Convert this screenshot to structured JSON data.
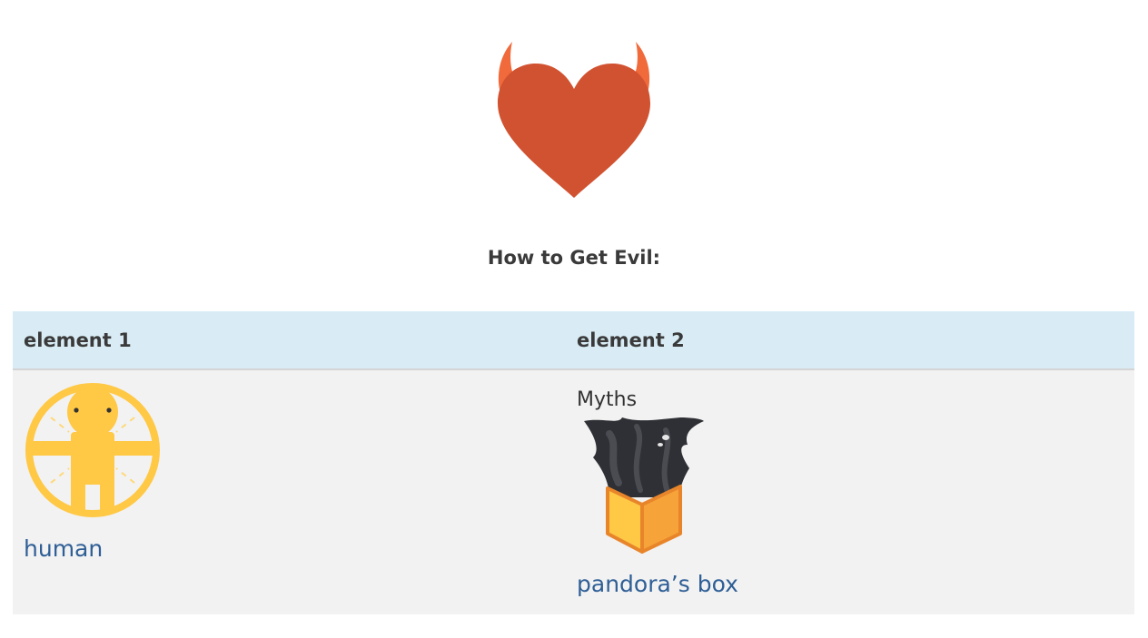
{
  "page": {
    "title": "How to Get Evil:",
    "hero_icon": "devil-heart-icon"
  },
  "table": {
    "headers": [
      "element 1",
      "element 2"
    ],
    "row": {
      "element1": {
        "icon": "human-icon",
        "link": "human"
      },
      "element2": {
        "label": "Myths",
        "icon": "pandoras-box-icon",
        "link": "pandora’s box"
      }
    }
  },
  "colors": {
    "heart": "#d15230",
    "horns": "#f06a3b",
    "header_bg": "#d9ecf5",
    "row_bg": "#f2f2f2",
    "link": "#2f5f96",
    "human": "#ffc845",
    "box_left": "#ffc845",
    "box_right": "#f6a33a",
    "smoke": "#2f3035"
  }
}
